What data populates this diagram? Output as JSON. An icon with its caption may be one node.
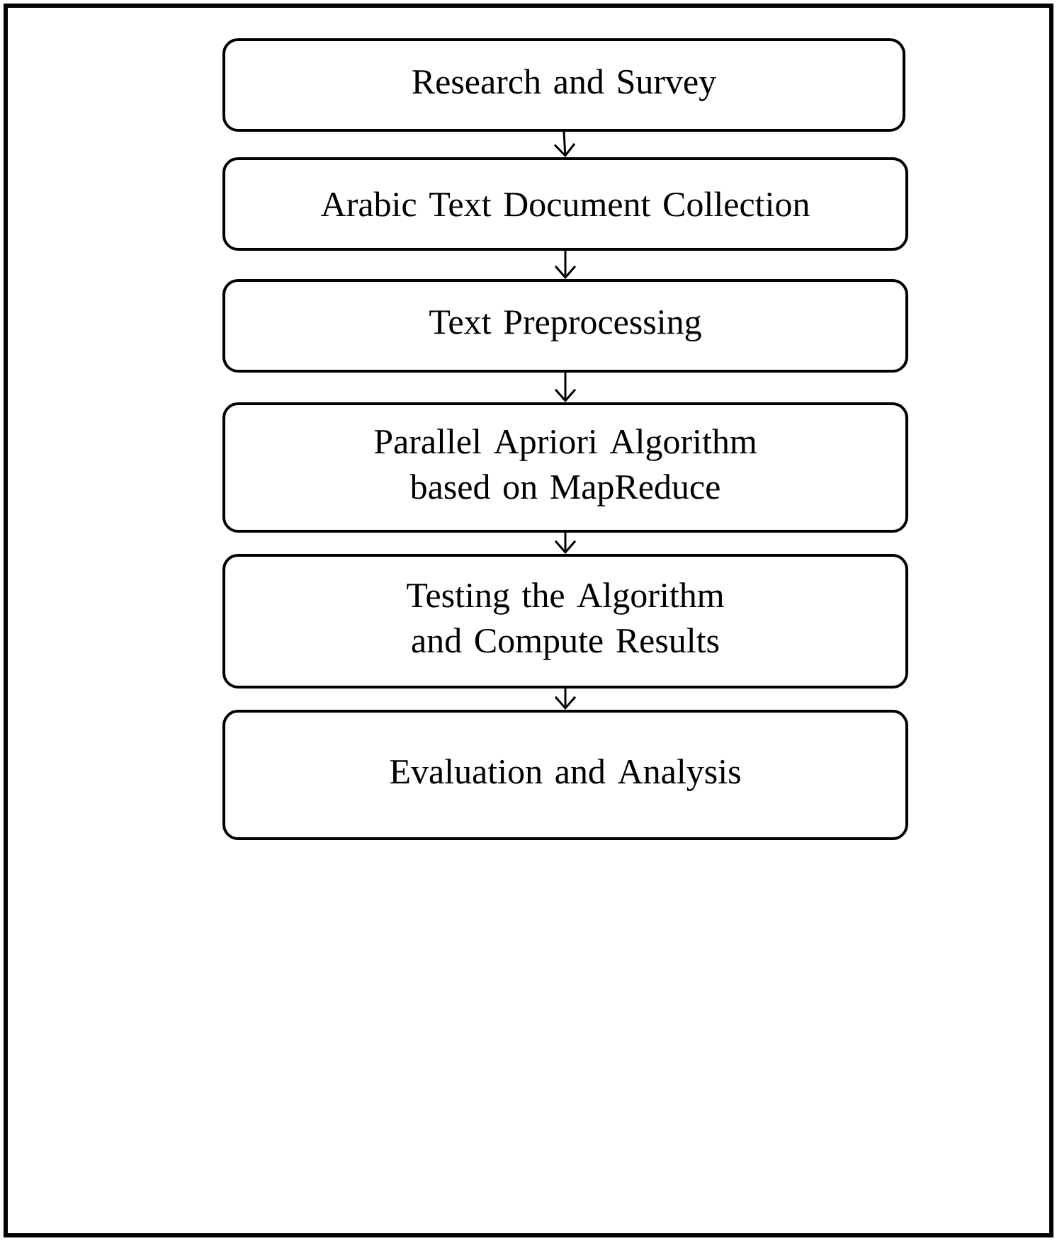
{
  "diagram": {
    "nodes": [
      {
        "text": [
          "Research and Survey"
        ]
      },
      {
        "text": [
          "Arabic Text Document Collection"
        ]
      },
      {
        "text": [
          "Text Preprocessing"
        ]
      },
      {
        "text": [
          "Parallel Apriori Algorithm based on MapReduce"
        ]
      },
      {
        "text": [
          "Testing the Algorithm and Compute Results"
        ]
      },
      {
        "text": [
          "Evaluation and Analysis"
        ]
      }
    ],
    "edges": [
      {
        "from": 0,
        "to": 1,
        "arrow": "to"
      },
      {
        "from": 1,
        "to": 2,
        "arrow": "to"
      },
      {
        "from": 2,
        "to": 3,
        "arrow": "to"
      },
      {
        "from": 3,
        "to": 4,
        "arrow": "to"
      },
      {
        "from": 4,
        "to": 5,
        "arrow": "to"
      }
    ]
  }
}
